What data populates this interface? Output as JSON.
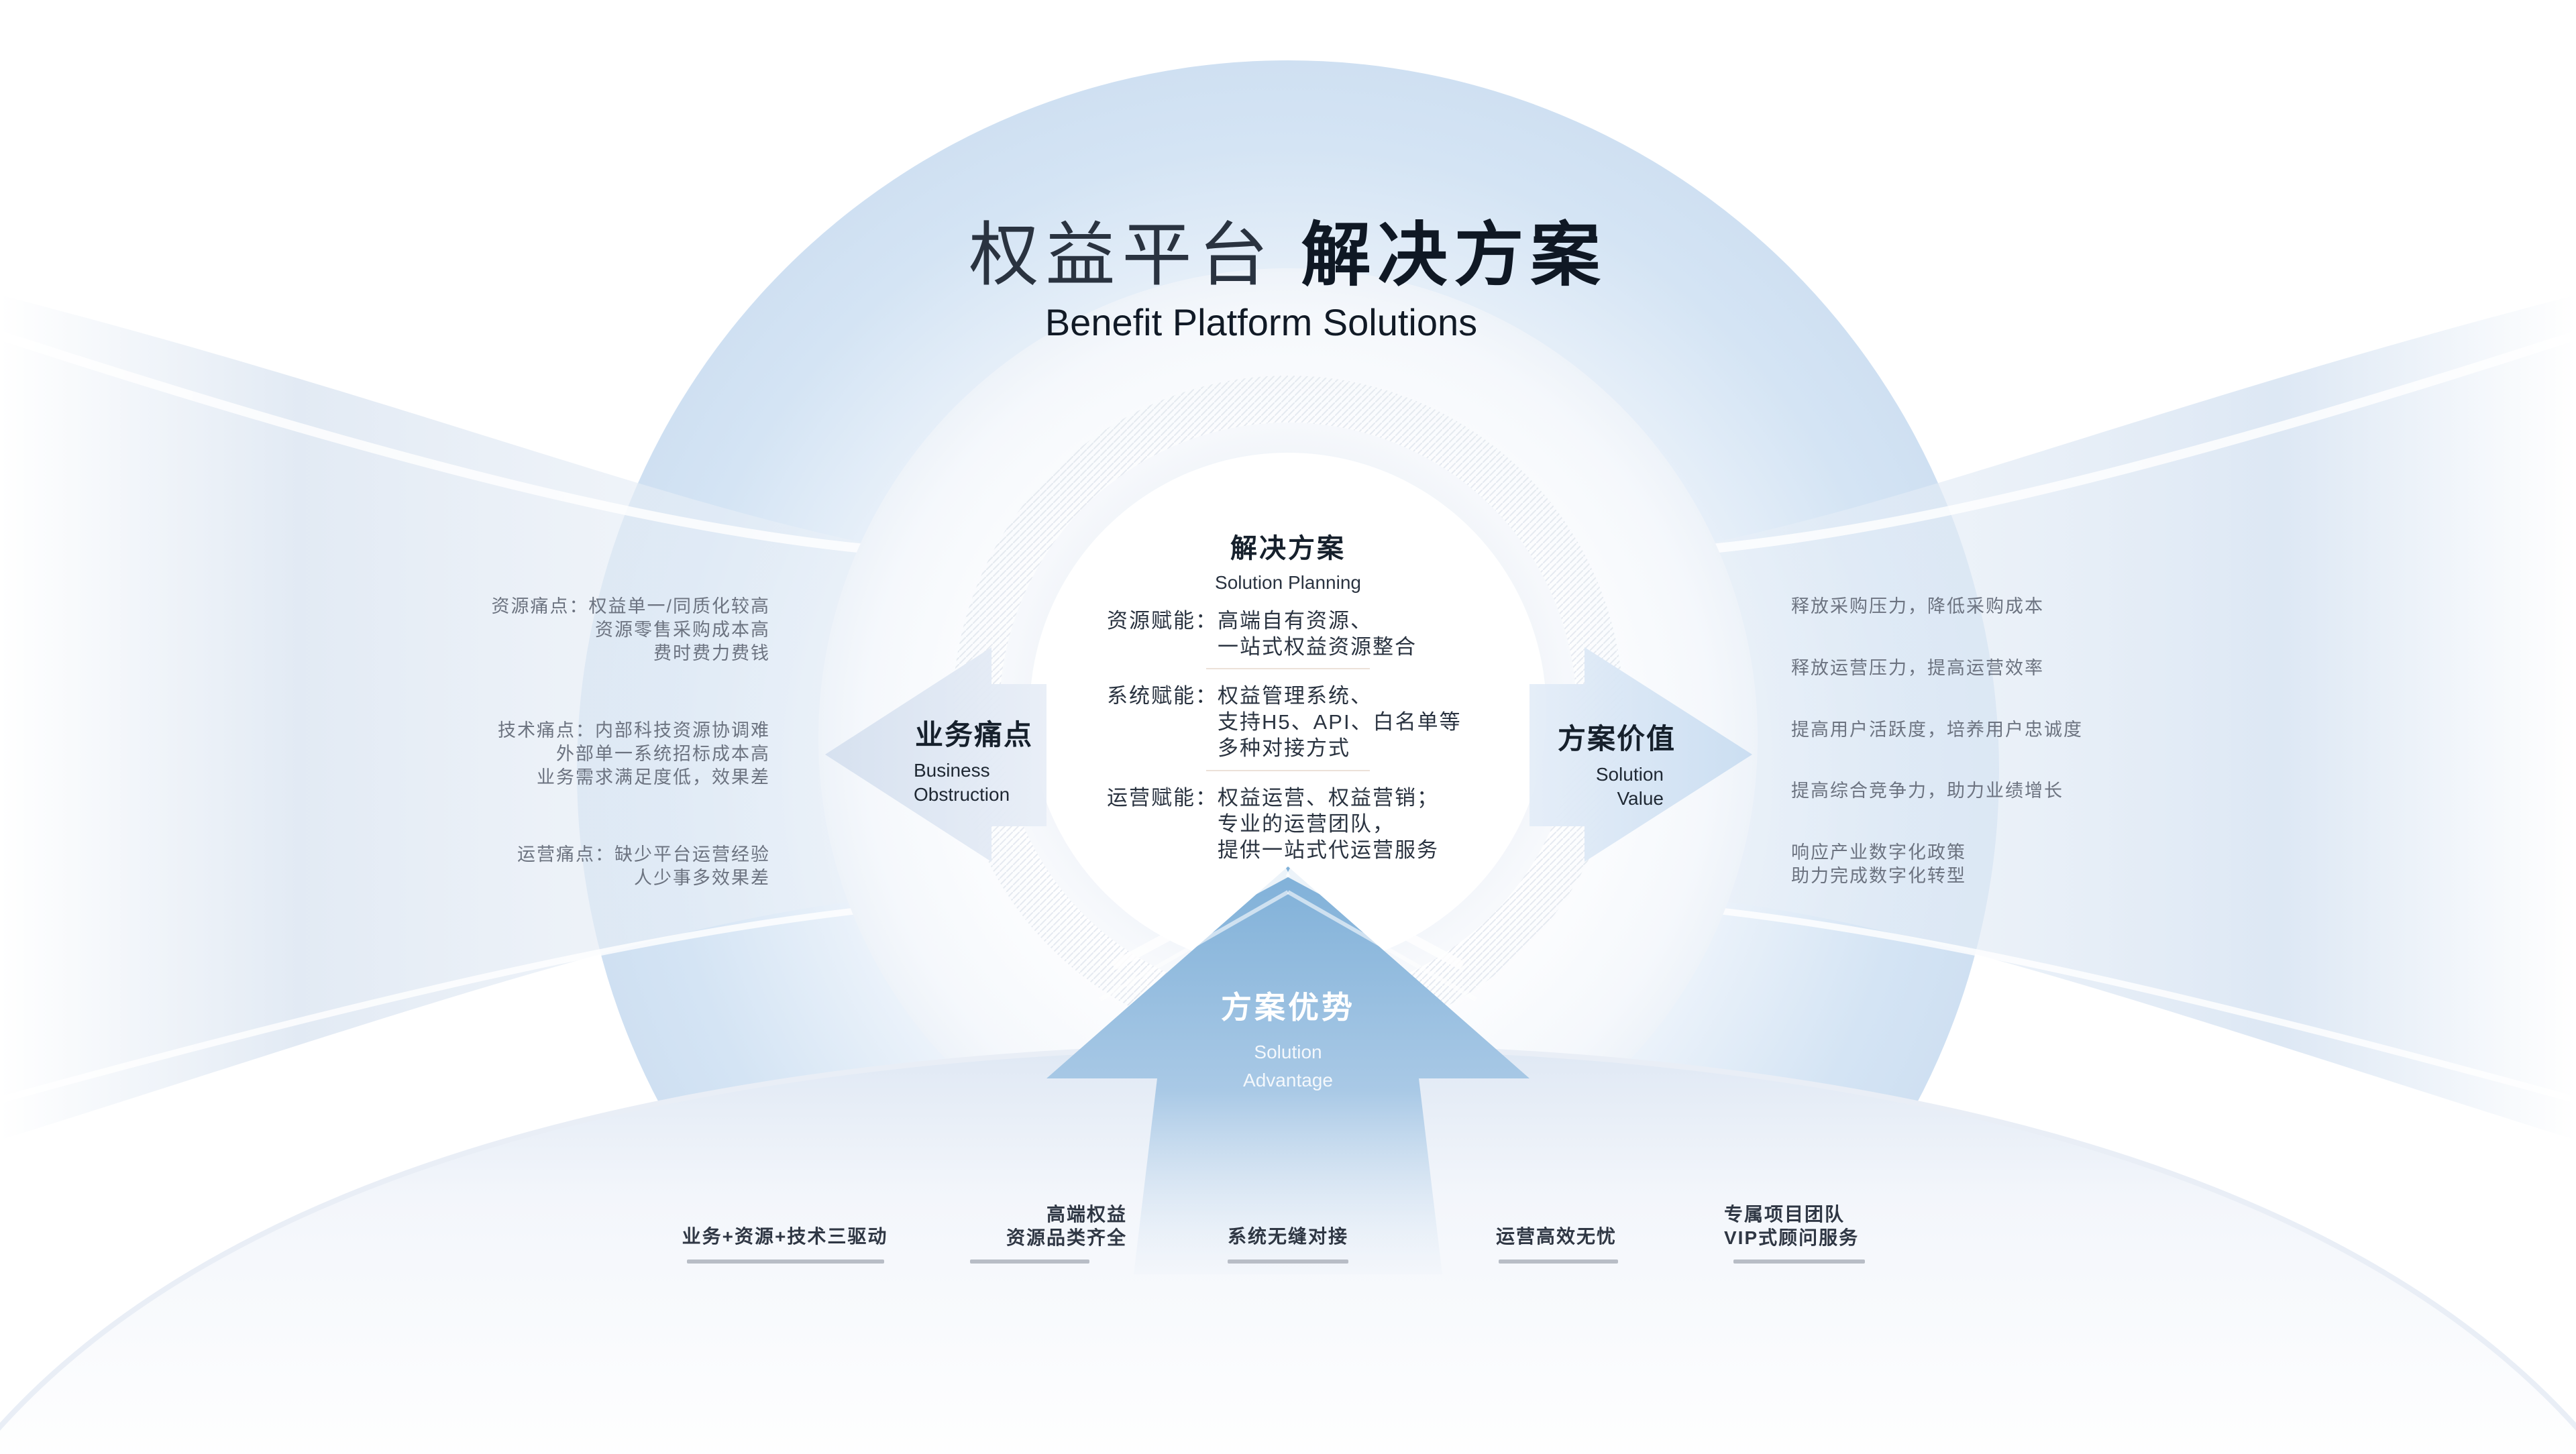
{
  "title": {
    "cn_light": "权益平台",
    "cn_bold": "解决方案",
    "en": "Benefit Platform Solutions"
  },
  "center": {
    "heading_cn": "解决方案",
    "heading_en": "Solution Planning",
    "items": [
      {
        "label": "资源赋能：",
        "text": "高端自有资源、\n一站式权益资源整合"
      },
      {
        "label": "系统赋能：",
        "text": "权益管理系统、\n支持H5、API、白名单等\n多种对接方式"
      },
      {
        "label": "运营赋能：",
        "text": "权益运营、权益营销；\n专业的运营团队，\n提供一站式代运营服务"
      }
    ]
  },
  "left_hub": {
    "cn": "业务痛点",
    "en": "Business\nObstruction"
  },
  "right_hub": {
    "cn": "方案价值",
    "en": "Solution\nValue"
  },
  "bottom_hub": {
    "cn": "方案优势",
    "en": "Solution\nAdvantage"
  },
  "pain_points": [
    "资源痛点：权益单一/同质化较高\n资源零售采购成本高\n费时费力费钱",
    "技术痛点：内部科技资源协调难\n外部单一系统招标成本高\n业务需求满足度低，效果差",
    "运营痛点：缺少平台运营经验\n人少事多效果差"
  ],
  "values": [
    "释放采购压力，降低采购成本",
    "释放运营压力，提高运营效率",
    "提高用户活跃度，培养用户忠诚度",
    "提高综合竞争力，助力业绩增长",
    "响应产业数字化政策\n助力完成数字化转型"
  ],
  "advantages": [
    "业务+资源+技术三驱动",
    "高端权益\n资源品类齐全",
    "系统无缝对接",
    "运营高效无忧",
    "专属项目团队\nVIP式顾问服务"
  ],
  "colors": {
    "accent_blue": "#8fbbdc",
    "arrow_left": "#dde6f3",
    "text_dark": "#16202c",
    "text_muted": "#6c7380"
  }
}
